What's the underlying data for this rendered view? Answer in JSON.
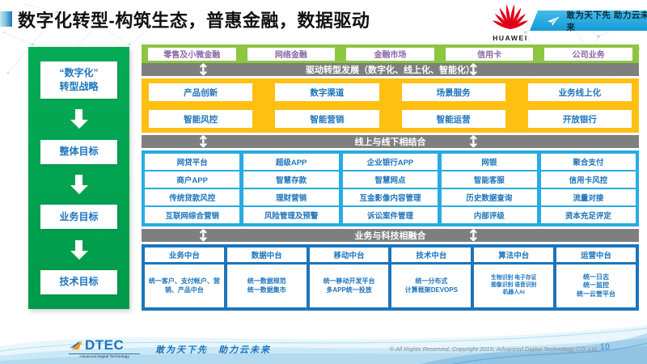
{
  "header": {
    "title": "数字化转型-构筑生态，普惠金融，数据驱动",
    "logo_text": "HUAWEI",
    "banner_slogan": "敢为天下先 助力云未来"
  },
  "sidebar": {
    "items": [
      [
        "“数字化”",
        "转型战略"
      ],
      [
        "整体目标"
      ],
      [
        "业务目标"
      ],
      [
        "技术目标"
      ]
    ]
  },
  "main": {
    "segments": [
      "零售及小微金融",
      "网络金融",
      "金融市场",
      "信用卡",
      "公司业务"
    ],
    "banner_drive": "驱动转型发展（数字化、线上化、智能化）",
    "capability_rows": [
      [
        "产品创新",
        "数字渠道",
        "场景服务",
        "业务线上化"
      ],
      [
        "智能风控",
        "智能营销",
        "智能运营",
        "开放银行"
      ]
    ],
    "banner_online": "线上与线下相结合",
    "business_rows": [
      [
        "网贷平台",
        "超级APP",
        "企业银行APP",
        "网银",
        "聚合支付"
      ],
      [
        "商户APP",
        "智慧存款",
        "智慧网点",
        "智能客服",
        "信用卡风控"
      ],
      [
        "传统贷款风控",
        "理财营销",
        "互金影像内容管理",
        "历史数据查询",
        "流量对接"
      ],
      [
        "互联网综合营销",
        "风险管理及预警",
        "诉讼案件管理",
        "内部评级",
        "资本充足评定"
      ]
    ],
    "banner_tech": "业务与科技相融合",
    "platforms": [
      {
        "title": "业务中台",
        "lines": [
          "统一客户、支付帐户、营销、产品中台"
        ]
      },
      {
        "title": "数据中台",
        "lines": [
          "统一数据规范",
          "统一数据集市"
        ]
      },
      {
        "title": "移动中台",
        "lines": [
          "统一移动开发平台",
          "多APP统一投放"
        ]
      },
      {
        "title": "技术中台",
        "lines": [
          "统一分布式",
          "计算框架DEVOPS"
        ]
      },
      {
        "title": "算法中台",
        "lines": [
          "生物识别 电子存证",
          "图像识别 语音识别",
          "机器人AI"
        ]
      },
      {
        "title": "运营中台",
        "lines": [
          "统一日志",
          "统一监控",
          "统一云管平台"
        ]
      }
    ]
  },
  "footer": {
    "brand": "DTEC",
    "brand_sub": "Advanced Digital Technology",
    "slogan": "敢为天下先　助力云未来",
    "copyright": "© All Rights Reserved, Copyright 2019, Advanced Digital Technology CO.,Ltd",
    "page_number": "10"
  },
  "colors": {
    "sidebar_green": "#00a651",
    "segment_green": "#8dc63f",
    "segment_text_purple": "#8b68a8",
    "banner_gray": "#7f7f7f",
    "capability_yellow": "#ffc012",
    "business_cyan": "#29abe2",
    "platform_blue": "#1c75bc",
    "box_text_blue": "#1c75bc",
    "huawei_red": "#e2001a",
    "top_banner_blue": "#29abe2"
  }
}
